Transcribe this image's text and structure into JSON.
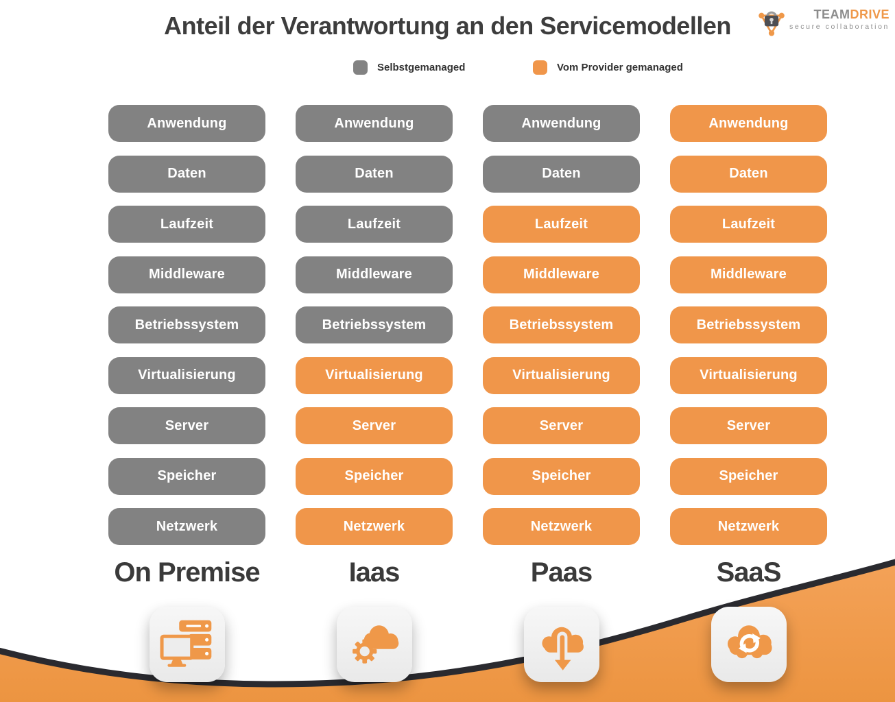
{
  "title": "Anteil der Verantwortung an den Servicemodellen",
  "logo": {
    "name_part1": "Team",
    "name_part2": "Drive",
    "tagline": "secure collaboration"
  },
  "legend": {
    "self": {
      "label": "Selbstgemanaged"
    },
    "provider": {
      "label": "Vom Provider gemanaged"
    }
  },
  "layers": [
    "Anwendung",
    "Daten",
    "Laufzeit",
    "Middleware",
    "Betriebssystem",
    "Virtualisierung",
    "Server",
    "Speicher",
    "Netzwerk"
  ],
  "columns": [
    {
      "label": "On Premise",
      "icon": "onpremise-server-icon",
      "provider_managed_from_layer": null
    },
    {
      "label": "Iaas",
      "icon": "cloud-gear-icon",
      "provider_managed_from_layer": "Virtualisierung"
    },
    {
      "label": "Paas",
      "icon": "cloud-download-icon",
      "provider_managed_from_layer": "Laufzeit"
    },
    {
      "label": "SaaS",
      "icon": "cloud-sync-icon",
      "provider_managed_from_layer": "Anwendung"
    }
  ],
  "colors": {
    "self": "#828282",
    "provider": "#F0964A",
    "accent": "#EF9849",
    "waveStroke": "#2A2A2F",
    "wave1": "#F4A258",
    "wave2": "#EC9440",
    "title_text": "#3D3D3D"
  }
}
